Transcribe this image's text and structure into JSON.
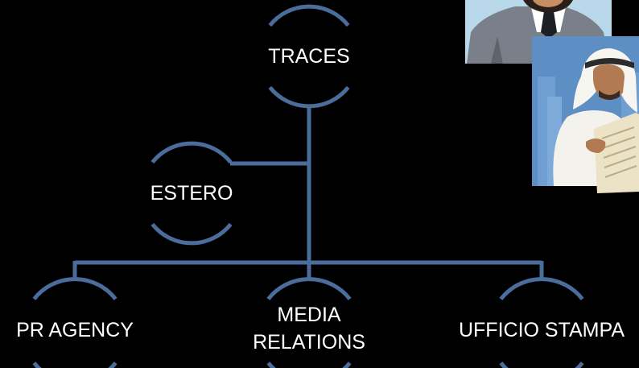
{
  "diagram": {
    "nodes": [
      {
        "id": "traces",
        "label": "TRACES"
      },
      {
        "id": "estero",
        "label": "ESTERO"
      },
      {
        "id": "pr-agency",
        "label": "PR AGENCY"
      },
      {
        "id": "media-relations",
        "label": "MEDIA RELATIONS"
      },
      {
        "id": "ufficio-stampa",
        "label": "UFFICIO STAMPA"
      }
    ],
    "edges": [
      {
        "from": "traces",
        "to": "estero"
      },
      {
        "from": "traces",
        "to": "pr-agency"
      },
      {
        "from": "traces",
        "to": "media-relations"
      },
      {
        "from": "traces",
        "to": "ufficio-stampa"
      }
    ]
  },
  "colors": {
    "background": "#000000",
    "connector": "#4a6d9c",
    "label": "#ffffff"
  },
  "clipart": [
    {
      "name": "businessman-clipart"
    },
    {
      "name": "arab-man-reading-newspaper-clipart"
    }
  ]
}
